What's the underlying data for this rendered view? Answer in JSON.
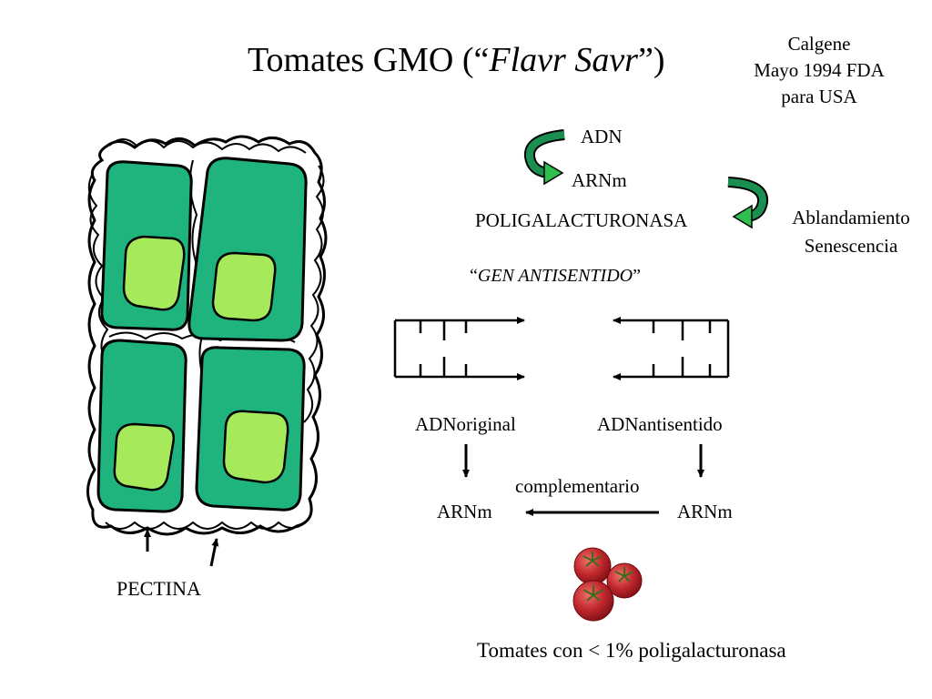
{
  "title": {
    "prefix": "Tomates GMO (“",
    "italic": "Flavr Savr",
    "suffix": "”)"
  },
  "note": {
    "lines": [
      "Calgene",
      "Mayo 1994 FDA",
      "para USA"
    ]
  },
  "pathway": {
    "adn": "ADN",
    "arnm": "ARNm",
    "enzyme": "POLIGALACTURONASA",
    "effects": [
      "Ablandamiento",
      "Senescencia"
    ]
  },
  "gene": {
    "open_quote": "“",
    "label": "GEN ANTISENTIDO",
    "close_quote": "”"
  },
  "dna": {
    "original": "ADNoriginal",
    "antisense": "ADNantisentido",
    "arnm_left": "ARNm",
    "arnm_right": "ARNm",
    "relation": "complementario"
  },
  "cells": {
    "label": "PECTINA"
  },
  "result": {
    "text": "Tomates con < 1% poligalacturonasa"
  },
  "colors": {
    "cytoplasm": "#1fb37e",
    "nucleus": "#a6ea5c",
    "arrow_dark": "#1a8f50",
    "arrow_light": "#2fbf4e",
    "tomato": "#c0272d"
  }
}
